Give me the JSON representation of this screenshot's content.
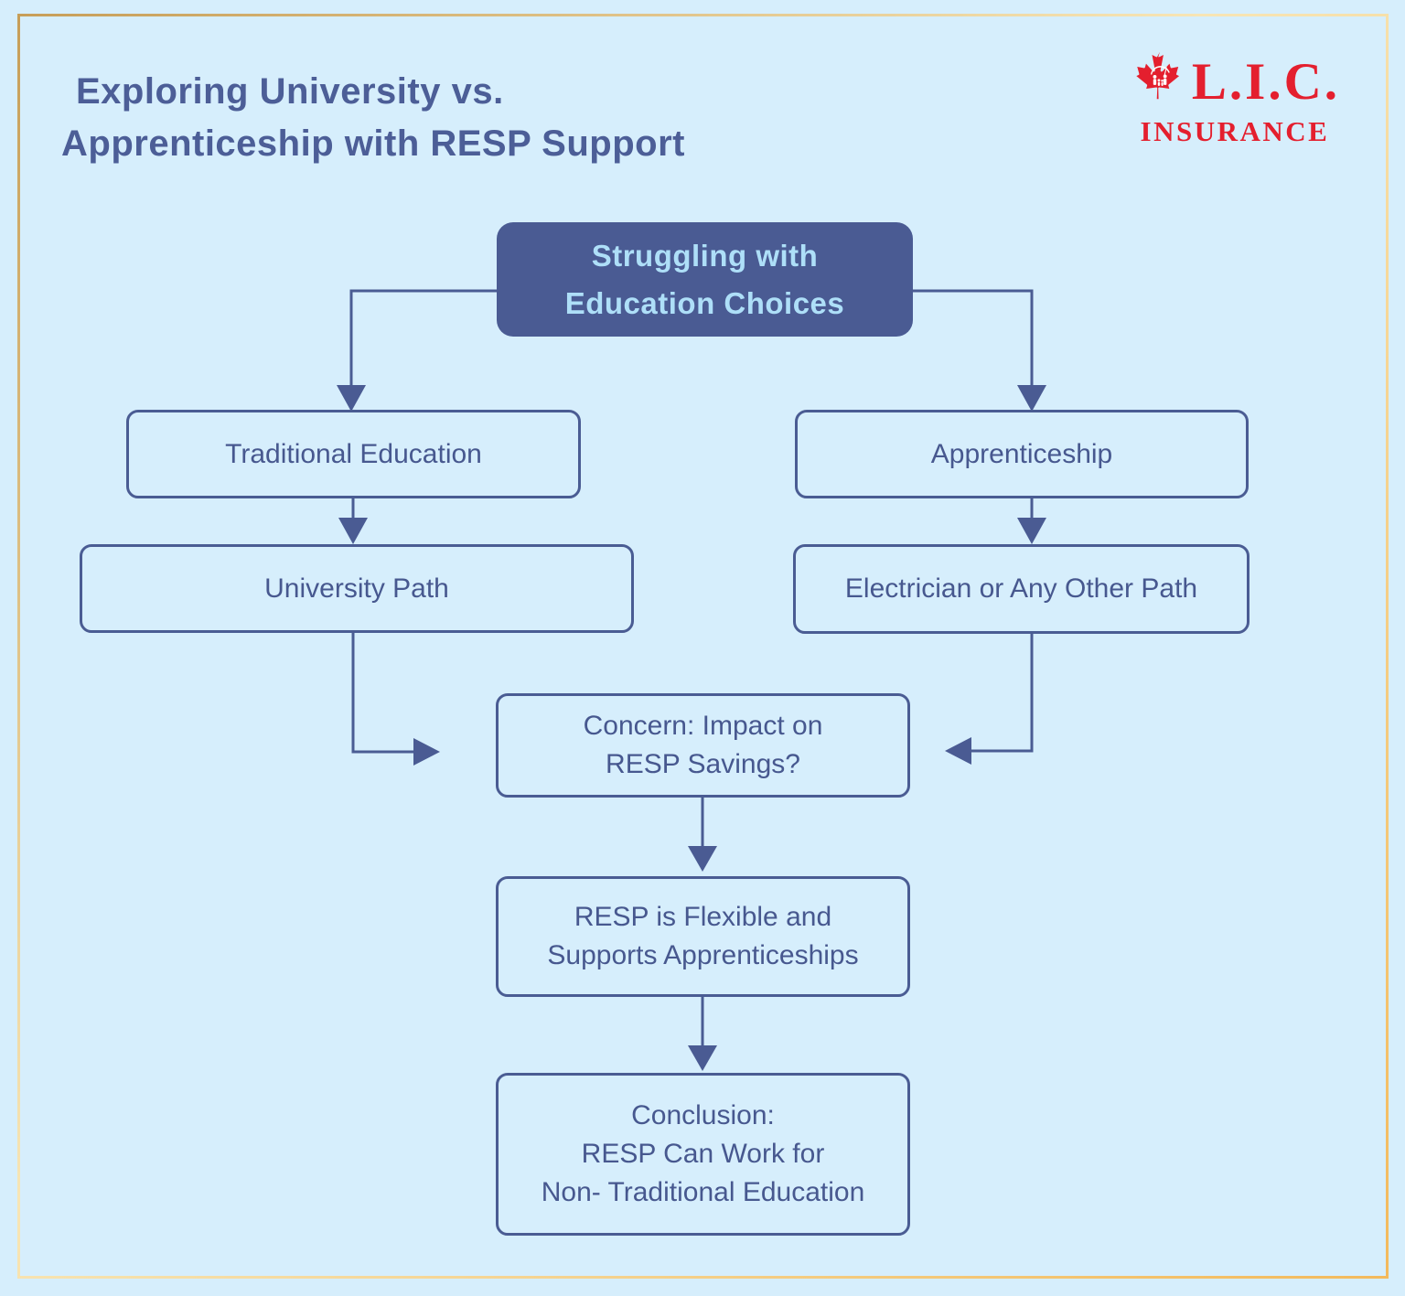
{
  "header": {
    "title_line1": "Exploring University vs.",
    "title_line2": "Apprenticeship with RESP Support"
  },
  "logo": {
    "acronym": "L.I.C.",
    "word": "INSURANCE",
    "icon": "maple-leaf-family-icon"
  },
  "flowchart": {
    "root": {
      "label": "Struggling with\nEducation Choices"
    },
    "traditional": {
      "label": "Traditional Education"
    },
    "university": {
      "label": "University Path"
    },
    "apprenticeship": {
      "label": "Apprenticeship"
    },
    "electrician": {
      "label": "Electrician or Any Other Path"
    },
    "concern": {
      "label": "Concern: Impact on\nRESP Savings?"
    },
    "flexible": {
      "label": "RESP is Flexible and\nSupports Apprenticeships"
    },
    "conclusion": {
      "label": "Conclusion:\nRESP Can Work for\nNon- Traditional Education"
    }
  },
  "colors": {
    "background": "#d6eefc",
    "node_fill": "#4a5b93",
    "node_border": "#4a5c93",
    "node_text": "#47588f",
    "root_text": "#aedff8",
    "title_text": "#4c5e97",
    "logo_red": "#e41f2e",
    "frame_gold_1": "#c79e58",
    "frame_gold_2": "#f7e5b5",
    "frame_gold_3": "#f3ba5c"
  }
}
